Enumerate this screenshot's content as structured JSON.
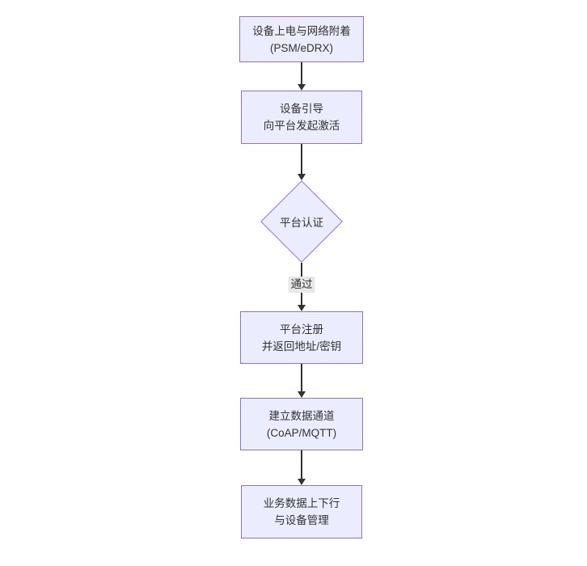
{
  "flowchart": {
    "background_color": "#ffffff",
    "node_fill_color": "#ECECFF",
    "node_border_color": "#9370DB",
    "edge_color": "#333333",
    "text_color": "#333333",
    "edge_label_background": "#e8e8e8",
    "nodes": [
      {
        "shape": "rectangle",
        "lines": [
          "设备上电与网络附着",
          "(PSM/eDRX)"
        ]
      },
      {
        "shape": "rectangle",
        "lines": [
          "设备引导",
          "向平台发起激活"
        ]
      },
      {
        "shape": "diamond",
        "lines": [
          "平台认证"
        ]
      },
      {
        "shape": "rectangle",
        "lines": [
          "平台注册",
          "并返回地址/密钥"
        ]
      },
      {
        "shape": "rectangle",
        "lines": [
          "建立数据通道",
          "(CoAP/MQTT)"
        ]
      },
      {
        "shape": "rectangle",
        "lines": [
          "业务数据上下行",
          "与设备管理"
        ]
      }
    ],
    "edges": [
      {
        "from": 0,
        "to": 1,
        "label": ""
      },
      {
        "from": 1,
        "to": 2,
        "label": ""
      },
      {
        "from": 2,
        "to": 3,
        "label": "通过"
      },
      {
        "from": 3,
        "to": 4,
        "label": ""
      },
      {
        "from": 4,
        "to": 5,
        "label": ""
      }
    ]
  }
}
